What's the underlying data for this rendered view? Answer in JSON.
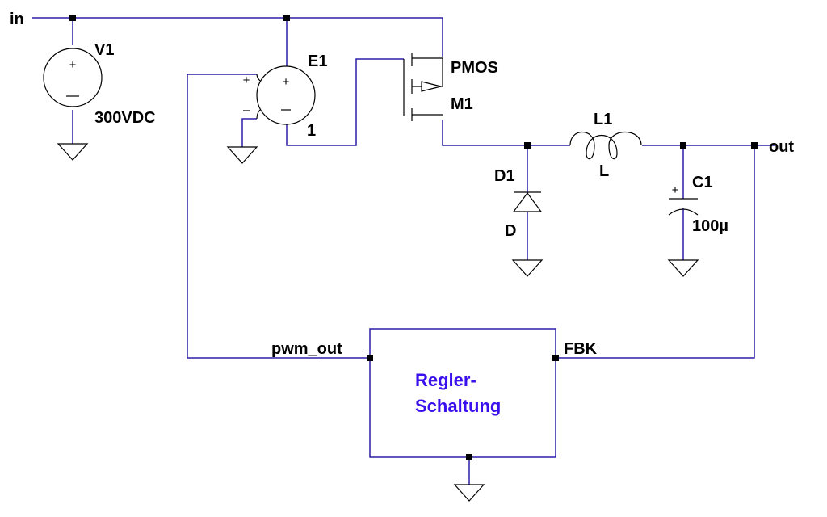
{
  "nets": {
    "input": "in",
    "output": "out",
    "pwm": "pwm_out",
    "feedback": "FBK"
  },
  "components": {
    "v1": {
      "name": "V1",
      "value": "300VDC"
    },
    "e1": {
      "name": "E1",
      "value": "1"
    },
    "m1": {
      "name": "M1",
      "value": "PMOS"
    },
    "l1": {
      "name": "L1",
      "value": "L"
    },
    "d1": {
      "name": "D1",
      "value": "D"
    },
    "c1": {
      "name": "C1",
      "value": "100µ"
    }
  },
  "regulator_block": {
    "line1": "Regler-",
    "line2": "Schaltung"
  },
  "symbols": {
    "plus": "+",
    "minus": "−"
  },
  "colors": {
    "wire": "#2b1fa8",
    "component": "#000000",
    "block_label": "#3b10ee"
  }
}
